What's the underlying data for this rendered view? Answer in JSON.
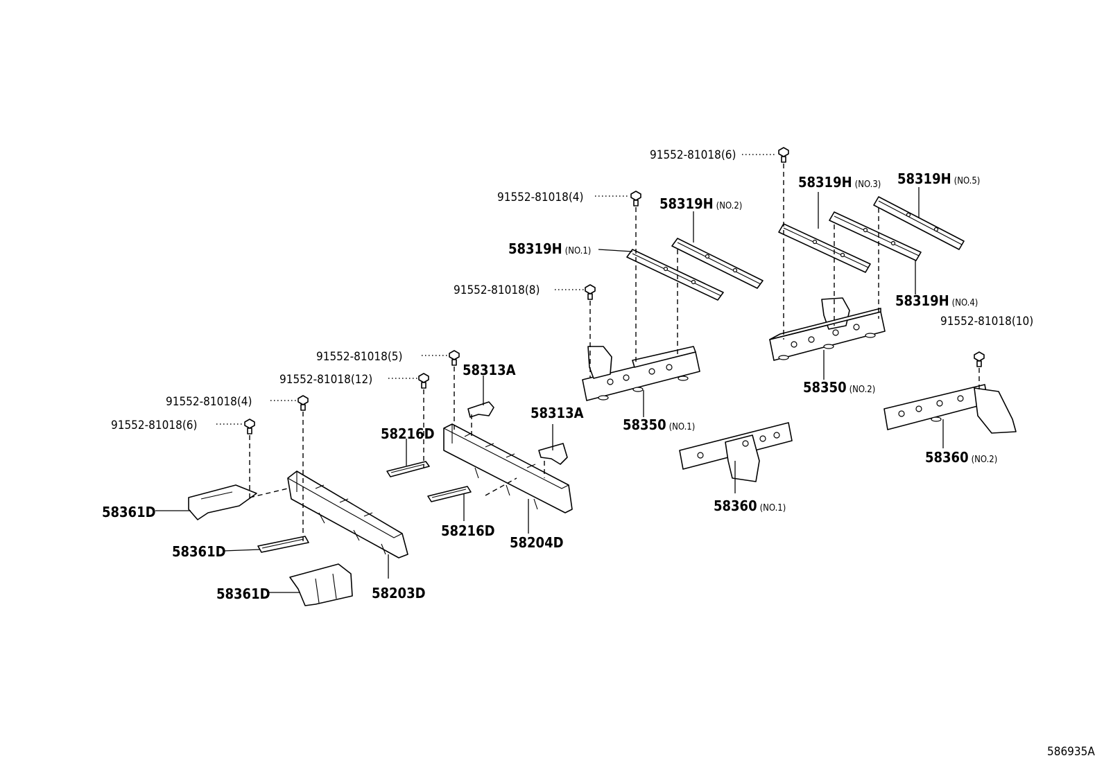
{
  "diagram": {
    "figure_id": "586935A",
    "labels": {
      "bolt_6_top": {
        "code": "91552-81018",
        "qty": "(6)"
      },
      "bolt_4_top": {
        "code": "91552-81018",
        "qty": "(4)"
      },
      "bolt_8": {
        "code": "91552-81018",
        "qty": "(8)"
      },
      "bolt_5": {
        "code": "91552-81018",
        "qty": "(5)"
      },
      "bolt_12": {
        "code": "91552-81018",
        "qty": "(12)"
      },
      "bolt_4_left": {
        "code": "91552-81018",
        "qty": "(4)"
      },
      "bolt_6_left": {
        "code": "91552-81018",
        "qty": "(6)"
      },
      "bolt_10": {
        "code": "91552-81018",
        "qty": "(10)"
      },
      "rail_no1": {
        "code": "58319H",
        "note": "(NO.1)"
      },
      "rail_no2": {
        "code": "58319H",
        "note": "(NO.2)"
      },
      "rail_no3": {
        "code": "58319H",
        "note": "(NO.3)"
      },
      "rail_no4": {
        "code": "58319H",
        "note": "(NO.4)"
      },
      "rail_no5": {
        "code": "58319H",
        "note": "(NO.5)"
      },
      "member_58350_no1": {
        "code": "58350",
        "note": "(NO.1)"
      },
      "member_58350_no2": {
        "code": "58350",
        "note": "(NO.2)"
      },
      "member_58360_no1": {
        "code": "58360",
        "note": "(NO.1)"
      },
      "member_58360_no2": {
        "code": "58360",
        "note": "(NO.2)"
      },
      "bracket_58313a_left": {
        "code": "58313A"
      },
      "bracket_58313a_right": {
        "code": "58313A"
      },
      "plate_58216d_top": {
        "code": "58216D"
      },
      "plate_58216d_bottom": {
        "code": "58216D"
      },
      "crossmember_58204d": {
        "code": "58204D"
      },
      "crossmember_58203d": {
        "code": "58203D"
      },
      "bracket_58361d_top": {
        "code": "58361D"
      },
      "bracket_58361d_mid": {
        "code": "58361D"
      },
      "bracket_58361d_bottom": {
        "code": "58361D"
      }
    }
  }
}
